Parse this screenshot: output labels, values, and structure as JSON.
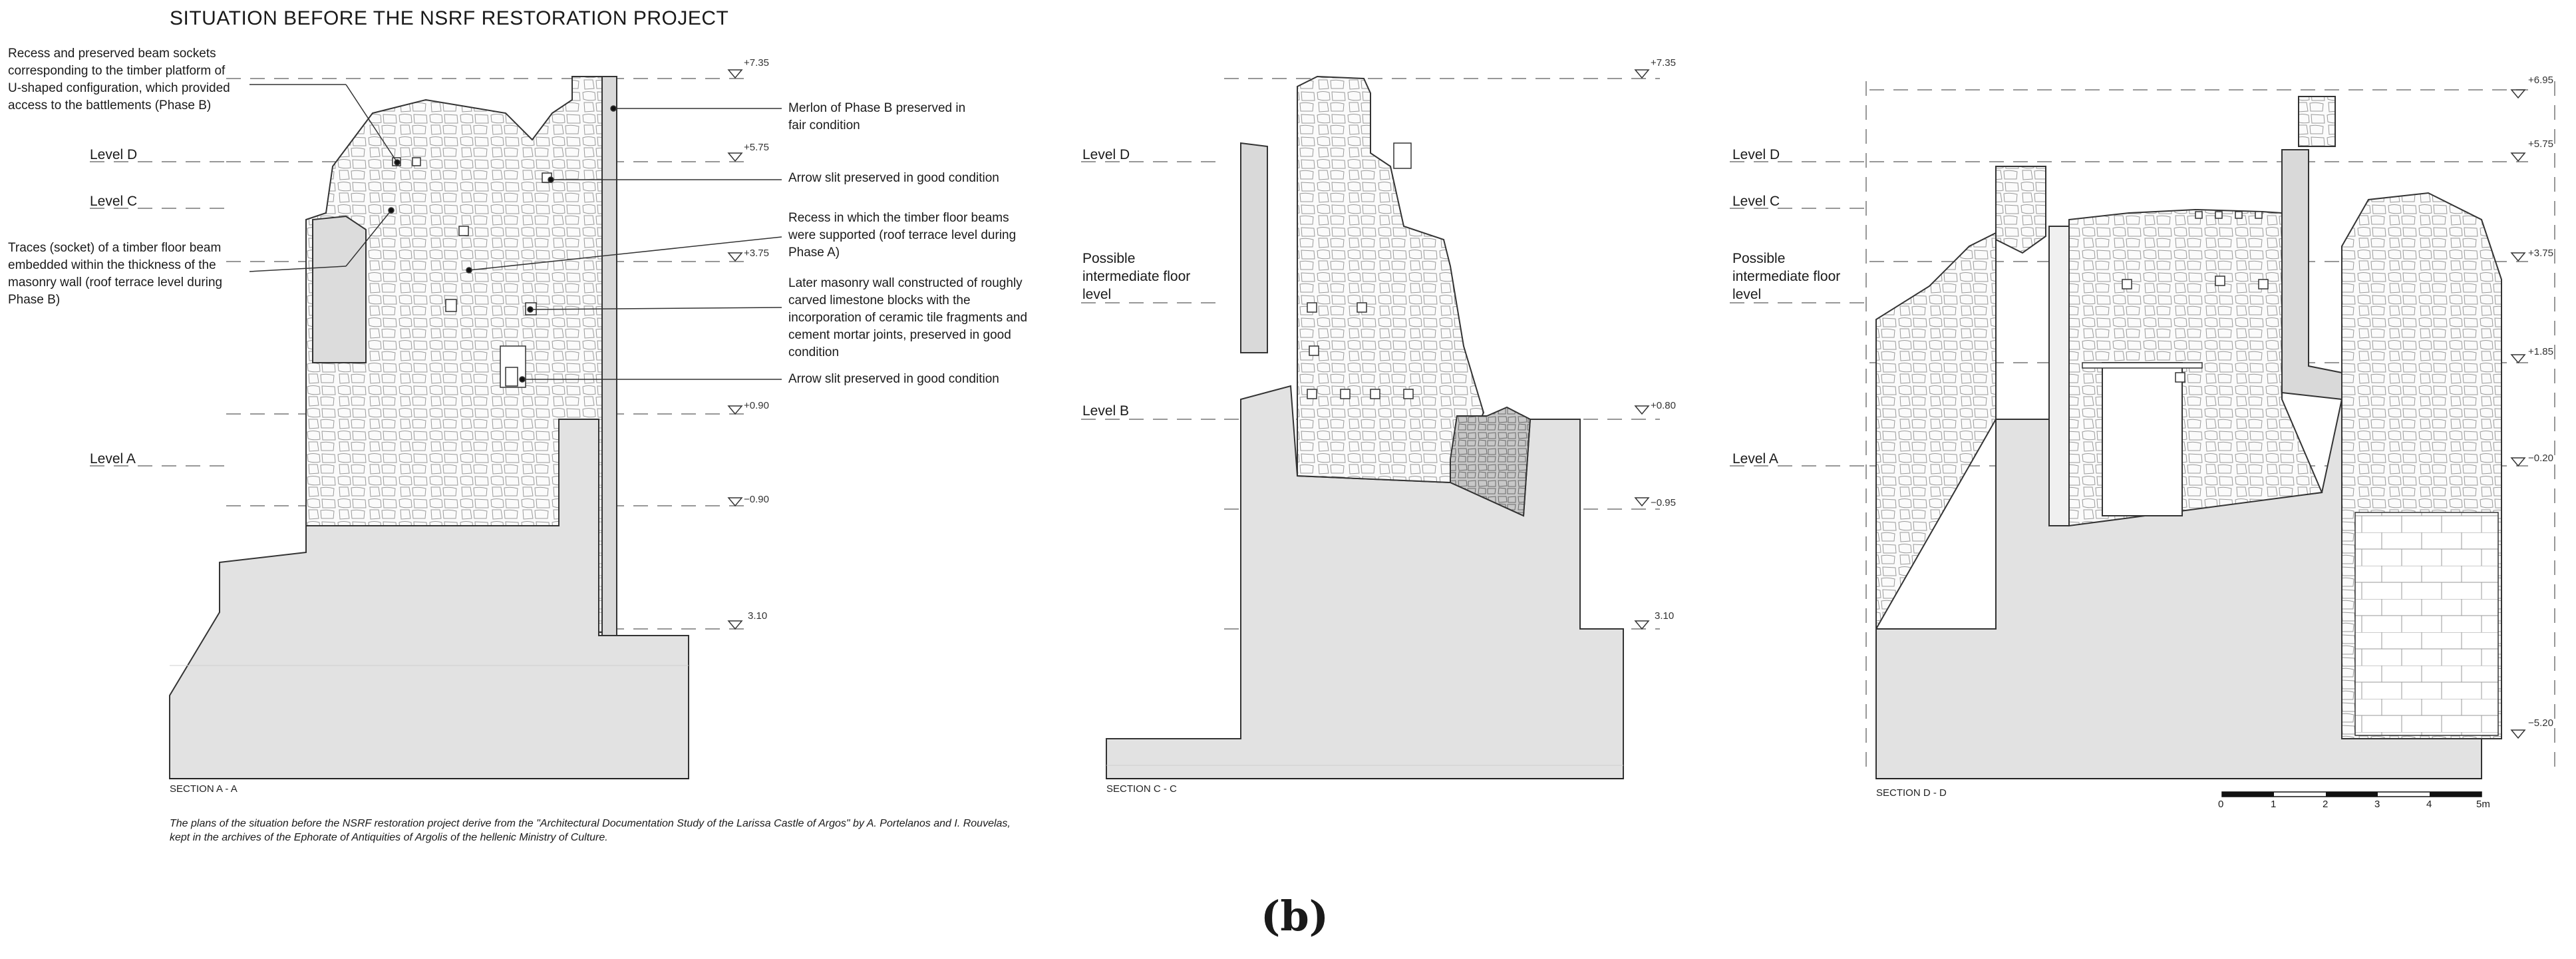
{
  "title": "SITUATION BEFORE THE NSRF RESTORATION PROJECT",
  "figure_label": "(b)",
  "annotations": {
    "beam_sockets": "Recess and preserved beam sockets\ncorresponding to the timber platform of\nU-shaped configuration, which provided\naccess to the battlements (Phase B)",
    "traces_socket": "Traces (socket) of a timber floor beam\nembedded within the thickness of the\nmasonry wall (roof terrace level during\nPhase B)",
    "merlon": "Merlon of Phase B preserved in\nfair condition",
    "arrow_slit_1": "Arrow slit preserved in good condition",
    "recess_floor": "Recess in which the timber floor beams\nwere supported (roof terrace level during\nPhase A)",
    "later_wall": "Later masonry wall constructed of roughly\ncarved limestone blocks with the\nincorporation of ceramic tile fragments and\ncement mortar joints, preserved in good\ncondition",
    "arrow_slit_2": "Arrow slit preserved in good condition"
  },
  "section_aa": {
    "label": "SECTION A - A",
    "levels": [
      "Level D",
      "Level C",
      "Level A"
    ],
    "elevations": [
      "+7.35",
      "+5.75",
      "+3.75",
      "+0.90",
      "−0.90",
      "3.10"
    ]
  },
  "section_cc": {
    "label": "SECTION C - C",
    "levels": [
      "Level D",
      "Possible\nintermediate floor\nlevel",
      "Level B"
    ],
    "elevations": [
      "+7.35",
      "+0.80",
      "−0.95",
      "3.10"
    ]
  },
  "section_dd": {
    "label": "SECTION D - D",
    "levels": [
      "Level D",
      "Level C",
      "Possible\nintermediate floor\nlevel",
      "Level A"
    ],
    "elevations": [
      "+6.95",
      "+5.75",
      "+3.75",
      "+1.85",
      "−0.20",
      "−5.20"
    ]
  },
  "scale_bar": {
    "ticks": [
      "0",
      "1",
      "2",
      "3",
      "4",
      "5m"
    ]
  },
  "caption": "The plans of the situation before the NSRF restoration project derive from the \"Architectural Documentation Study of the Larissa Castle of Argos\" by A. Portelanos and I. Rouvelas,\nkept in the archives of the Ephorate of Antiquities of Argolis of the hellenic Ministry of Culture."
}
